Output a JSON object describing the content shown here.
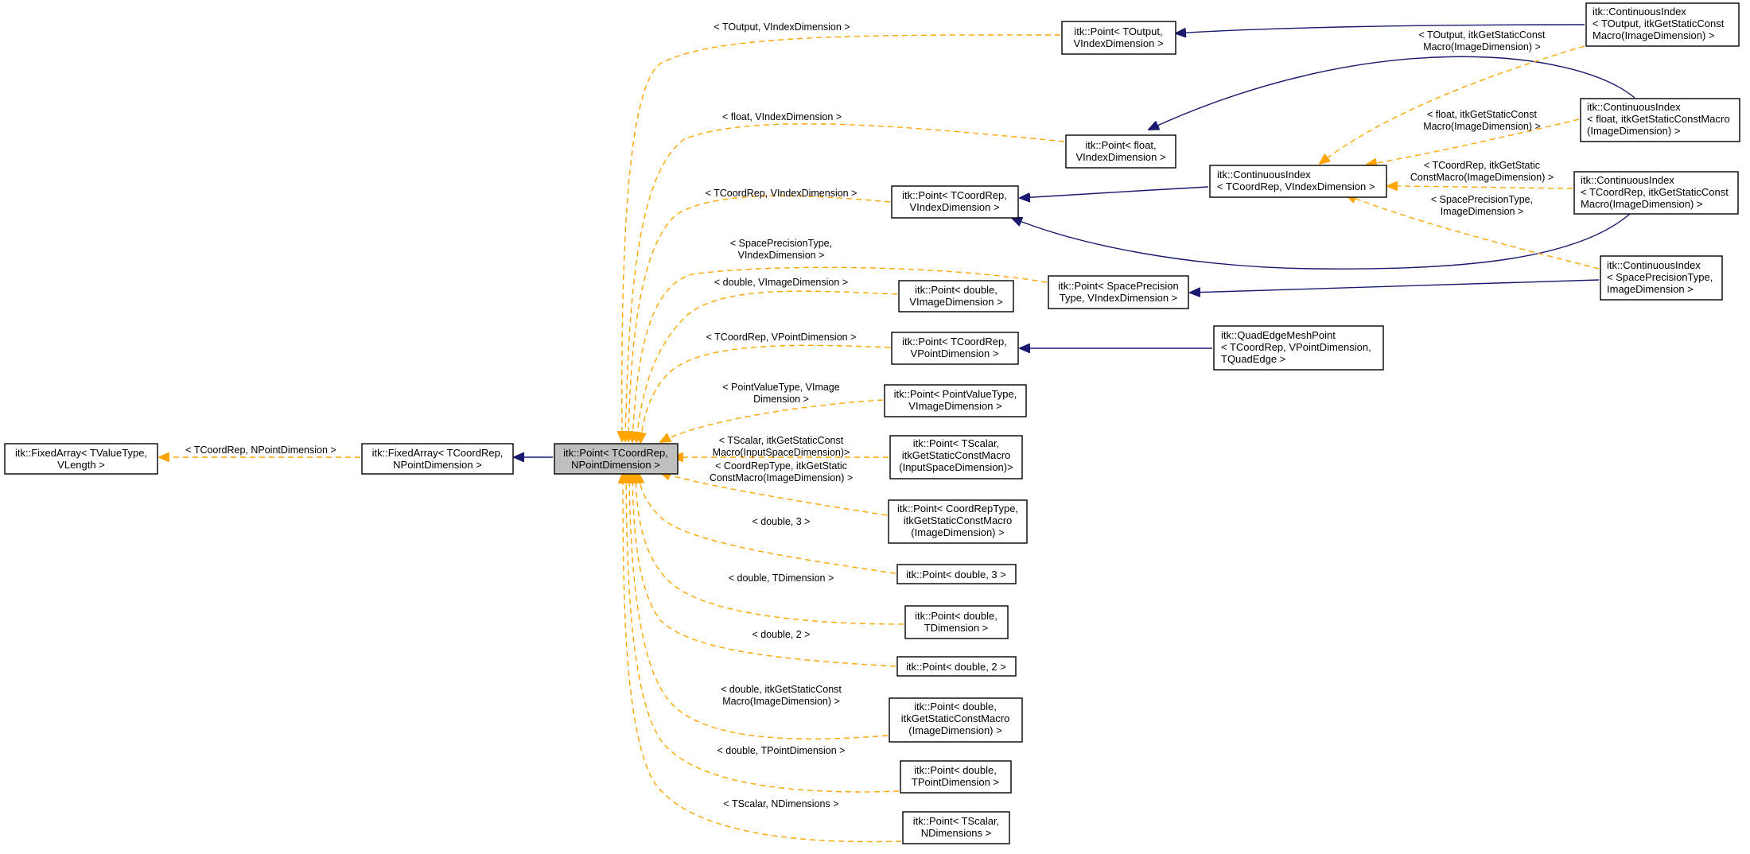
{
  "nodes": {
    "fixed_array_base": {
      "lines": [
        "itk::FixedArray< TValueType,",
        "VLength >"
      ]
    },
    "fixed_array": {
      "lines": [
        "itk::FixedArray< TCoordRep,",
        "NPointDimension >"
      ]
    },
    "point_main": {
      "lines": [
        "itk::Point< TCoordRep,",
        "NPointDimension >"
      ]
    },
    "point_toutput": {
      "lines": [
        "itk::Point< TOutput,",
        "VIndexDimension >"
      ]
    },
    "point_float": {
      "lines": [
        "itk::Point< float,",
        "VIndexDimension >"
      ]
    },
    "point_tcoordrep_vindex": {
      "lines": [
        "itk::Point< TCoordRep,",
        "VIndexDimension >"
      ]
    },
    "point_spaceprecision": {
      "lines": [
        "itk::Point< SpacePrecision",
        "Type, VIndexDimension >"
      ]
    },
    "point_double_vimage": {
      "lines": [
        "itk::Point< double,",
        "VImageDimension >"
      ]
    },
    "point_tcoordrep_vpoint": {
      "lines": [
        "itk::Point< TCoordRep,",
        "VPointDimension >"
      ]
    },
    "point_pointvaluetype": {
      "lines": [
        "itk::Point< PointValueType,",
        "VImageDimension >"
      ]
    },
    "point_tscalar_input": {
      "lines": [
        "itk::Point< TScalar,",
        "itkGetStaticConstMacro",
        "(InputSpaceDimension)>"
      ]
    },
    "point_coordreptype": {
      "lines": [
        "itk::Point< CoordRepType,",
        "itkGetStaticConstMacro",
        "(ImageDimension) >"
      ]
    },
    "point_double_3": {
      "lines": [
        "itk::Point< double, 3 >"
      ]
    },
    "point_double_tdim": {
      "lines": [
        "itk::Point< double,",
        "TDimension >"
      ]
    },
    "point_double_2": {
      "lines": [
        "itk::Point< double, 2 >"
      ]
    },
    "point_double_macro": {
      "lines": [
        "itk::Point< double,",
        "itkGetStaticConstMacro",
        "(ImageDimension) >"
      ]
    },
    "point_double_tpoint": {
      "lines": [
        "itk::Point< double,",
        "TPointDimension >"
      ]
    },
    "point_tscalar_ndim": {
      "lines": [
        "itk::Point< TScalar,",
        "NDimensions >"
      ]
    },
    "cindex_tcoordrep_vindex": {
      "lines": [
        "itk::ContinuousIndex",
        "< TCoordRep, VIndexDimension >"
      ]
    },
    "cindex_toutput": {
      "lines": [
        "itk::ContinuousIndex",
        "< TOutput, itkGetStaticConst",
        "Macro(ImageDimension) >"
      ]
    },
    "cindex_float": {
      "lines": [
        "itk::ContinuousIndex",
        "< float, itkGetStaticConstMacro",
        "(ImageDimension) >"
      ]
    },
    "cindex_tcoordrep_macro": {
      "lines": [
        "itk::ContinuousIndex",
        "< TCoordRep, itkGetStaticConst",
        "Macro(ImageDimension) >"
      ]
    },
    "cindex_spaceprecision": {
      "lines": [
        "itk::ContinuousIndex",
        "< SpacePrecisionType,",
        "ImageDimension >"
      ]
    },
    "quadedge_meshpoint": {
      "lines": [
        "itk::QuadEdgeMeshPoint",
        "< TCoordRep, VPointDimension,",
        "TQuadEdge >"
      ]
    }
  },
  "edge_labels": {
    "fixed_array": [
      "< TCoordRep, NPointDimension >"
    ],
    "toutput": [
      "< TOutput, VIndexDimension >"
    ],
    "float": [
      "< float, VIndexDimension >"
    ],
    "tcoordrep_vindex": [
      "< TCoordRep, VIndexDimension >"
    ],
    "spaceprecision": [
      "< SpacePrecisionType,",
      "VIndexDimension >"
    ],
    "double_vimage": [
      "< double, VImageDimension >"
    ],
    "tcoordrep_vpoint": [
      "< TCoordRep, VPointDimension >"
    ],
    "pointvaluetype": [
      "< PointValueType, VImage",
      "Dimension >"
    ],
    "tscalar_input": [
      "< TScalar, itkGetStaticConst",
      "Macro(InputSpaceDimension)>"
    ],
    "coordreptype": [
      "< CoordRepType, itkGetStatic",
      "ConstMacro(ImageDimension) >"
    ],
    "double_3": [
      "< double, 3 >"
    ],
    "double_tdim": [
      "< double, TDimension >"
    ],
    "double_2": [
      "< double, 2 >"
    ],
    "double_macro": [
      "< double, itkGetStaticConst",
      "Macro(ImageDimension) >"
    ],
    "double_tpoint": [
      "< double, TPointDimension >"
    ],
    "tscalar_ndim": [
      "< TScalar, NDimensions >"
    ],
    "ci_toutput": [
      "< TOutput, itkGetStaticConst",
      "Macro(ImageDimension) >"
    ],
    "ci_float": [
      "< float, itkGetStaticConst",
      "Macro(ImageDimension) >"
    ],
    "ci_tcoordrep": [
      "< TCoordRep, itkGetStatic",
      "ConstMacro(ImageDimension) >"
    ],
    "ci_spaceprecision": [
      "< SpacePrecisionType,",
      "ImageDimension >"
    ]
  },
  "colors": {
    "inheritance_edge": "#191970",
    "template_edge": "#ffa500",
    "selected_node_fill": "#bfbfbf",
    "node_border": "#000000"
  }
}
